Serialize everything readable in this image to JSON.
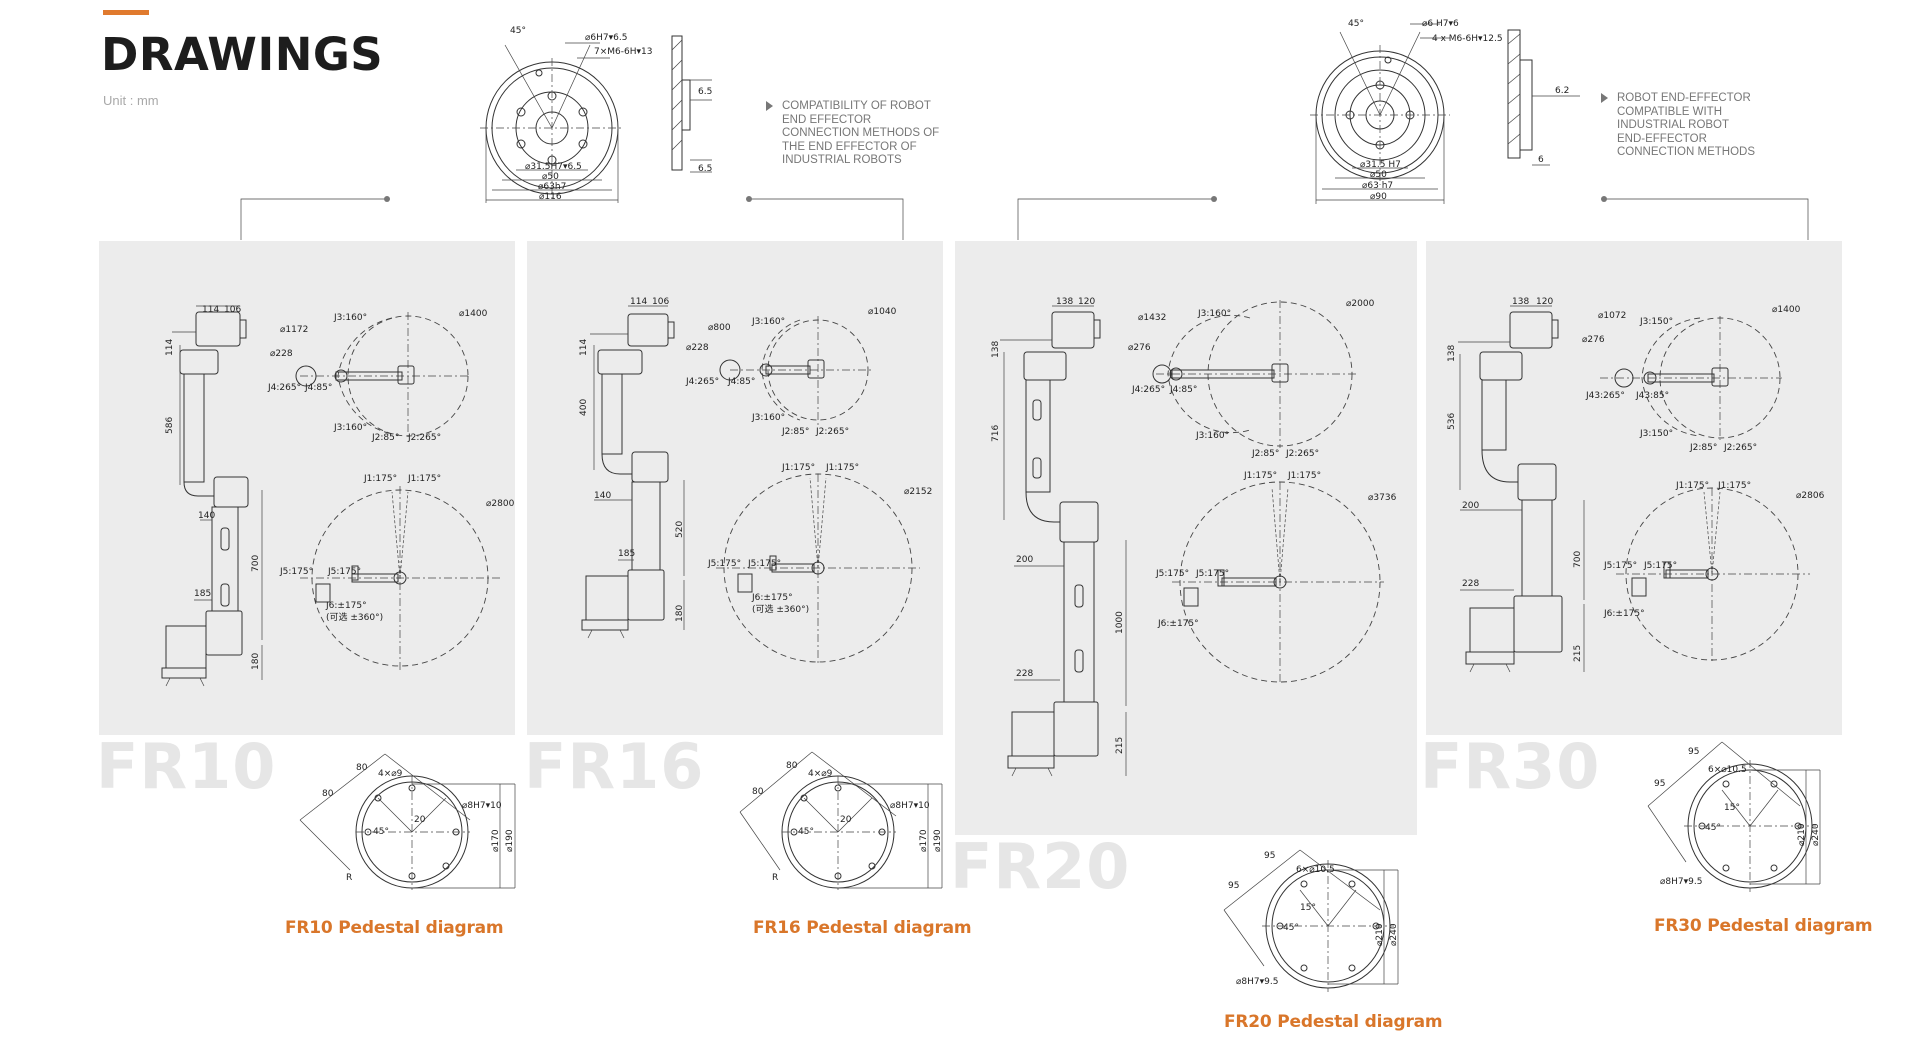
{
  "header": {
    "title": "DRAWINGS",
    "unit": "Unit : mm"
  },
  "notes": {
    "left": [
      "COMPATIBILITY OF ROBOT",
      "END EFFECTOR",
      "CONNECTION METHODS OF",
      "THE END EFFECTOR OF",
      "INDUSTRIAL ROBOTS"
    ],
    "right": [
      "ROBOT END-EFFECTOR",
      "COMPATIBLE WITH",
      "INDUSTRIAL ROBOT",
      "END-EFFECTOR",
      "CONNECTION METHODS"
    ]
  },
  "flanges": {
    "left": {
      "angle": "45°",
      "hole_a": "⌀6H7▾6.5",
      "hole_b": "7×M6-6H▾13",
      "d1": "⌀31.5H7▾6.5",
      "d2": "⌀50",
      "d3": "⌀63h7",
      "d4": "⌀116",
      "side_a": "6.5",
      "side_b": "6.5"
    },
    "right": {
      "angle": "45°",
      "hole_a": "⌀6 H7▾6",
      "hole_b": "4 x M6-6H▾12.5",
      "d1": "⌀31.5 H7",
      "d2": "⌀50",
      "d3": "⌀63 h7",
      "d4": "⌀90",
      "side_a": "6.2",
      "side_b": "6"
    }
  },
  "models": [
    {
      "name": "FR10",
      "caption": "FR10 Pedestal diagram",
      "dims": {
        "top_a": "114",
        "top_b": "106",
        "h1": "114",
        "h2": "586",
        "h3": "700",
        "h4": "180",
        "w1": "140",
        "w2": "185"
      },
      "reach_small": {
        "outer": "⌀1400",
        "inner": "⌀1172",
        "wrist": "⌀228",
        "j3_top": "J3:160°",
        "j3_bot": "J3:160°",
        "j4": "J4:265°",
        "j4b": "J4:85°",
        "j2a": "J2:85°",
        "j2b": "J2:265°"
      },
      "reach_large": {
        "outer": "⌀2800",
        "j1a": "J1:175°",
        "j1b": "J1:175°",
        "j5a": "J5:175°",
        "j5b": "J5:175°",
        "j6": "J6:±175°",
        "j6b": "(可选 ±360°)"
      },
      "pedestal": {
        "holes": "4×⌀9",
        "fit": "⌀8H7▾10",
        "d_inner": "⌀170",
        "d_outer": "⌀190",
        "angle": "45°",
        "offset": "20",
        "side_a": "80",
        "side_b": "80",
        "r": "R"
      }
    },
    {
      "name": "FR16",
      "caption": "FR16 Pedestal diagram",
      "dims": {
        "top_a": "114",
        "top_b": "106",
        "h1": "114",
        "h2": "400",
        "h3": "520",
        "h4": "180",
        "w1": "140",
        "w2": "185"
      },
      "reach_small": {
        "outer": "⌀1040",
        "inner": "⌀800",
        "wrist": "⌀228",
        "j3_top": "J3:160°",
        "j3_bot": "J3:160°",
        "j4": "J4:265°",
        "j4b": "J4:85°",
        "j2a": "J2:85°",
        "j2b": "J2:265°"
      },
      "reach_large": {
        "outer": "⌀2152",
        "j1a": "J1:175°",
        "j1b": "J1:175°",
        "j5a": "J5:175°",
        "j5b": "J5:175°",
        "j6": "J6:±175°",
        "j6b": "(可选 ±360°)"
      },
      "pedestal": {
        "holes": "4×⌀9",
        "fit": "⌀8H7▾10",
        "d_inner": "⌀170",
        "d_outer": "⌀190",
        "angle": "45°",
        "offset": "20",
        "side_a": "80",
        "side_b": "80",
        "r": "R"
      }
    },
    {
      "name": "FR20",
      "caption": "FR20 Pedestal diagram",
      "dims": {
        "top_a": "138",
        "top_b": "120",
        "h1": "138",
        "h2": "716",
        "h3": "1000",
        "h4": "215",
        "w1": "200",
        "w2": "228"
      },
      "reach_small": {
        "outer": "⌀2000",
        "inner": "⌀1432",
        "wrist": "⌀276",
        "j3_top": "J3:160°",
        "j3_bot": "J3:160°",
        "j4": "J4:265°",
        "j4b": "J4:85°",
        "j2a": "J2:85°",
        "j2b": "J2:265°"
      },
      "reach_large": {
        "outer": "⌀3736",
        "j1a": "J1:175°",
        "j1b": "J1:175°",
        "j5a": "J5:175°",
        "j5b": "J5:175°",
        "j6": "J6:±175°"
      },
      "pedestal": {
        "holes": "6×⌀10.5",
        "fit": "⌀8H7▾9.5",
        "d_inner": "⌀210",
        "d_outer": "⌀240",
        "angle": "45°",
        "angle_b": "15°",
        "side_a": "95",
        "side_b": "95"
      }
    },
    {
      "name": "FR30",
      "caption": "FR30 Pedestal diagram",
      "dims": {
        "top_a": "138",
        "top_b": "120",
        "h1": "138",
        "h2": "536",
        "h3": "700",
        "h4": "215",
        "w1": "200",
        "w2": "228"
      },
      "reach_small": {
        "outer": "⌀1400",
        "inner": "⌀1072",
        "wrist": "⌀276",
        "j3_top": "J3:150°",
        "j3_bot": "J3:150°",
        "j4": "J43:265°",
        "j4b": "J43:85°",
        "j2a": "J2:85°",
        "j2b": "J2:265°"
      },
      "reach_large": {
        "outer": "⌀2806",
        "j1a": "J1:175°",
        "j1b": "J1:175°",
        "j5a": "J5:175°",
        "j5b": "J5:175°",
        "j6": "J6:±175°"
      },
      "pedestal": {
        "holes": "6×⌀10.5",
        "fit": "⌀8H7▾9.5",
        "d_inner": "⌀210",
        "d_outer": "⌀240",
        "angle": "45°",
        "angle_b": "15°",
        "side_a": "95",
        "side_b": "95"
      }
    }
  ]
}
